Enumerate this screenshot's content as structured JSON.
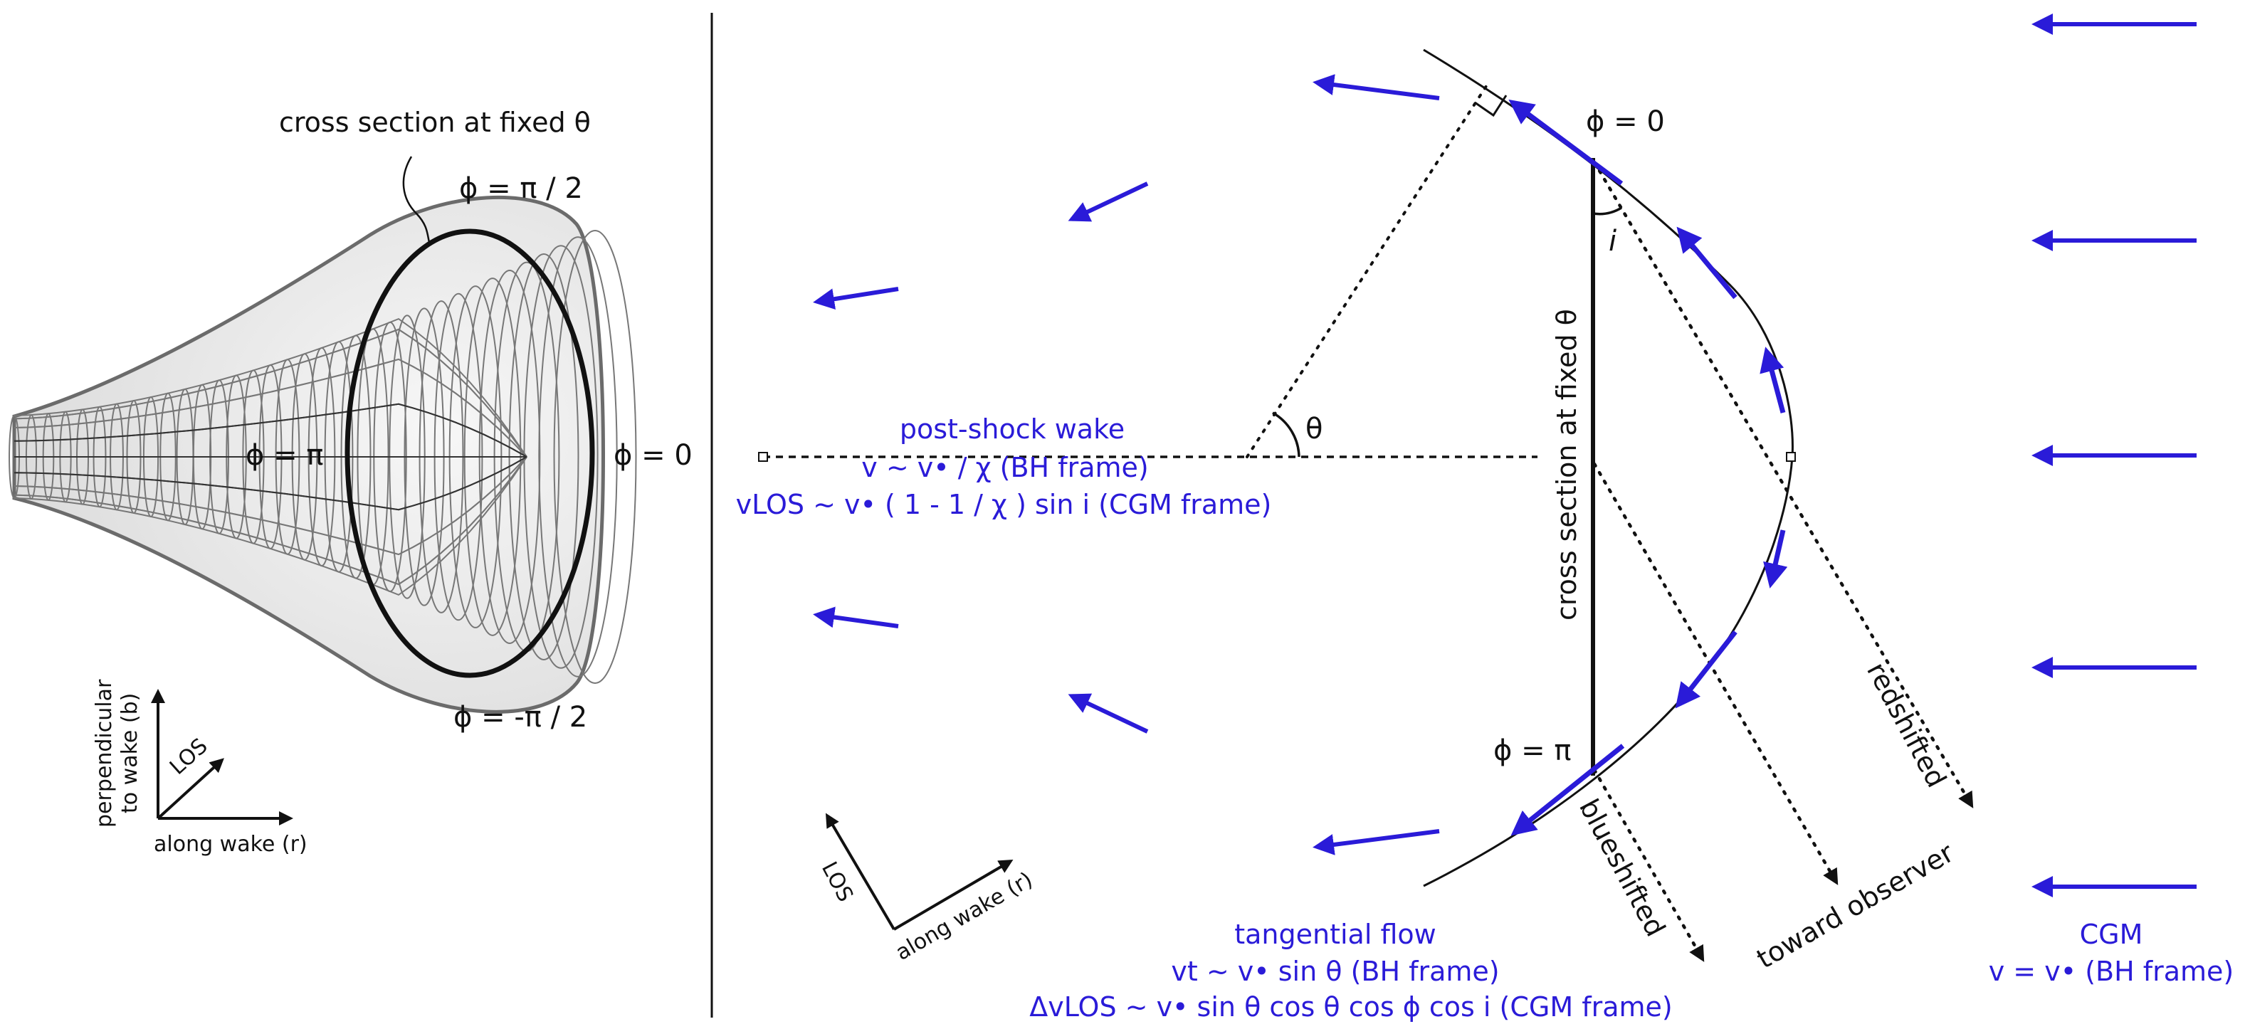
{
  "left_panel": {
    "callout_label": "cross section at fixed θ",
    "phi_top": "ϕ = π / 2",
    "phi_right": "ϕ = 0",
    "phi_center": "ϕ = π",
    "phi_bottom": "ϕ = -π / 2",
    "axes": {
      "vertical_line1": "perpendicular",
      "vertical_line2": "to wake (b)",
      "diagonal": "LOS",
      "horizontal": "along wake (r)"
    }
  },
  "right_panel": {
    "wake_title": "post-shock wake",
    "wake_line1": "v ~ v• / χ  (BH frame)",
    "wake_line2": "vLOS ~ v• ( 1 - 1 / χ ) sin i  (CGM frame)",
    "theta_label": "θ",
    "phi_zero": "ϕ = 0",
    "phi_pi": "ϕ = π",
    "incl_label": "i",
    "cross_section_label": "cross section at fixed θ",
    "redshifted": "redshifted",
    "blueshifted": "blueshifted",
    "toward_observer": "toward observer",
    "axes": {
      "los": "LOS",
      "along": "along wake (r)"
    },
    "tangential_title": "tangential flow",
    "tangential_line1": "vt ~ v• sin θ  (BH frame)",
    "tangential_line2": "ΔvLOS ~ v• sin θ cos θ cos ϕ cos i  (CGM frame)",
    "cgm_title": "CGM",
    "cgm_line1": "v = v•  (BH frame)"
  },
  "colors": {
    "accent_blue": "#2a1bd8",
    "ink": "#111111",
    "mesh": "#777777"
  }
}
